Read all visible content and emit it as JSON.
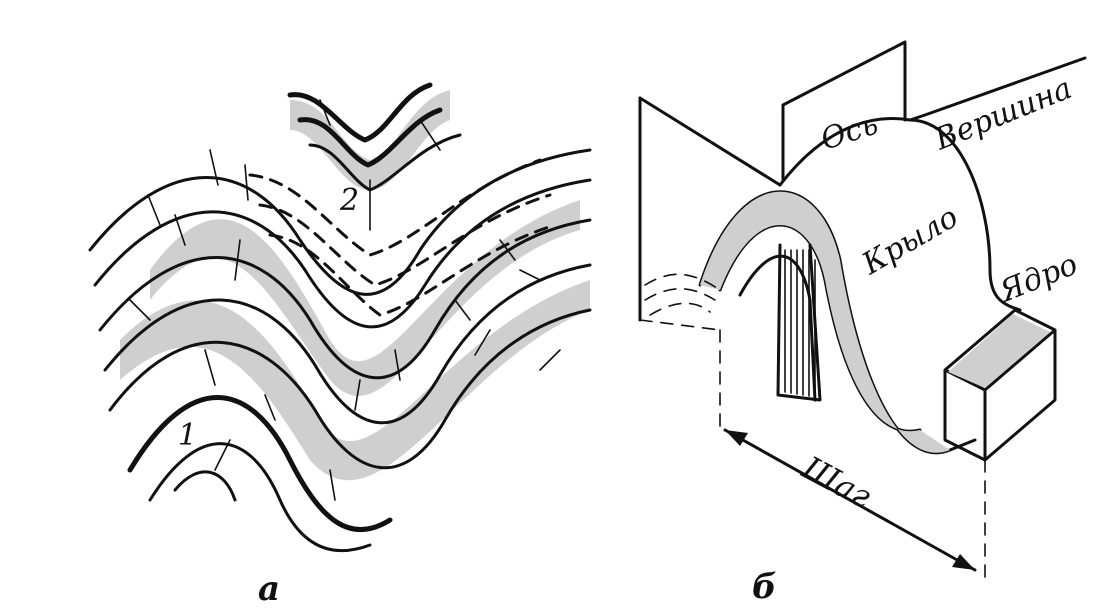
{
  "panel_a": {
    "caption": "а",
    "label_anticline": "1",
    "label_syncline": "2"
  },
  "panel_b": {
    "caption": "б",
    "axis_label": "Ось",
    "crest_label": "Вершина",
    "limb_label": "Крыло",
    "core_label": "Ядро",
    "wavelength_label": "Шаг"
  },
  "colors": {
    "ink": "#111111",
    "shade": "#cfcfcf",
    "paper": "#ffffff"
  }
}
